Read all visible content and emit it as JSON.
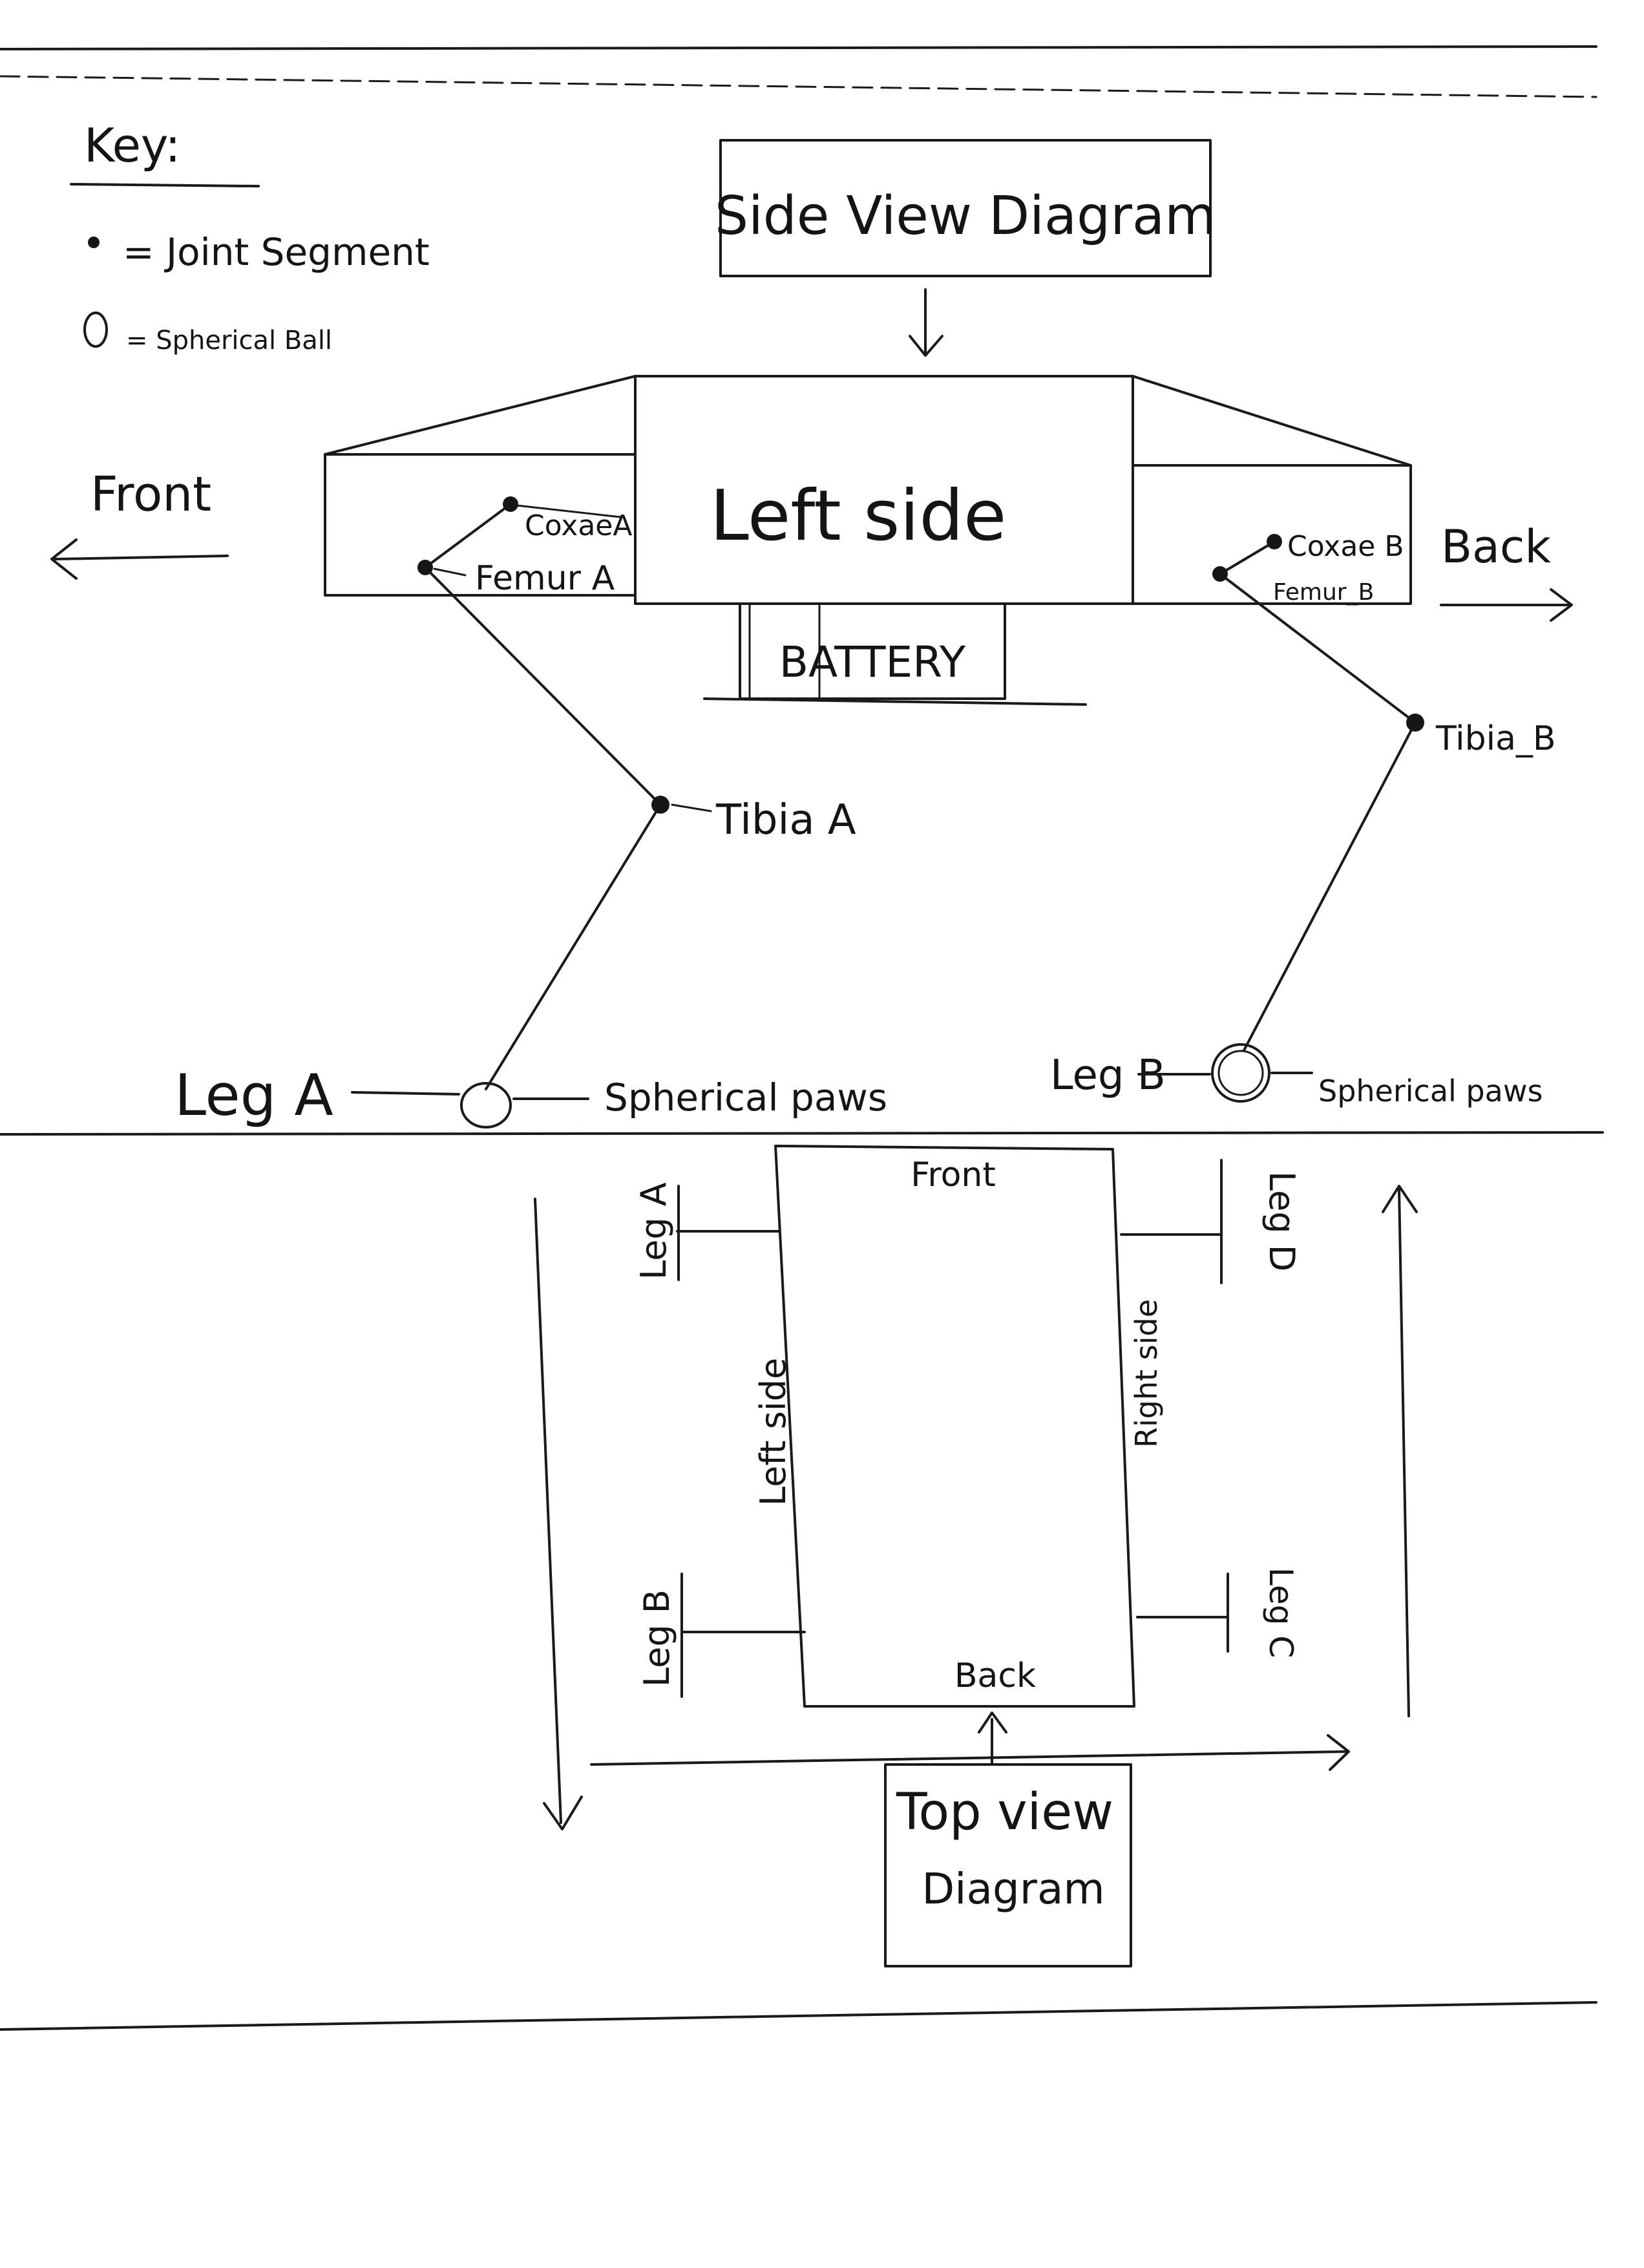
{
  "key": {
    "title": "Key:",
    "joint_symbol": "•",
    "joint_label": "= Joint Segment",
    "ball_symbol": "O",
    "ball_label": "= Spherical Ball"
  },
  "side_view": {
    "title": "Side View Diagram",
    "body_label": "Left side",
    "battery_label": "BATTERY",
    "front_label": "Front",
    "back_label": "Back",
    "leg_a": {
      "name": "Leg A",
      "coxae": "CoxaeA",
      "femur": "Femur A",
      "tibia": "Tibia A",
      "paw": "Spherical paws"
    },
    "leg_b": {
      "name": "Leg B",
      "coxae": "Coxae B",
      "femur": "Femur_B",
      "tibia": "Tibia_B",
      "paw": "Spherical paws"
    }
  },
  "top_view": {
    "title_line1": "Top view",
    "title_line2": "Diagram",
    "front_label": "Front",
    "back_label": "Back",
    "left_label": "Left side",
    "right_label": "Right side",
    "legs": [
      "Leg A",
      "Leg D",
      "Leg B",
      "Leg C"
    ]
  },
  "colors": {
    "ink": "#1a1a1a",
    "paper": "#ffffff"
  }
}
